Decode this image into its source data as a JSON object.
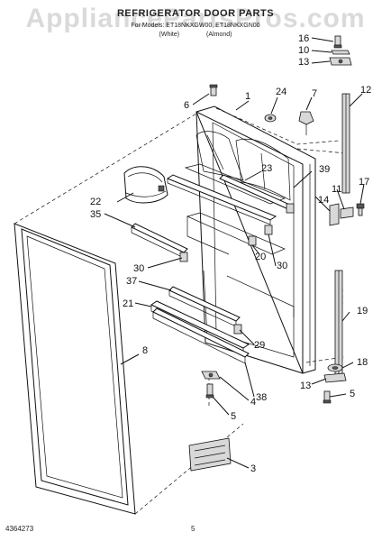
{
  "header": {
    "watermark": "AppliancePartsPros.com",
    "title": "REFRIGERATOR DOOR PARTS",
    "models": "For Models: ET18NKXGW00, ET18NKXGN00",
    "variants": "(White) (Almond)"
  },
  "footer": {
    "doc_number": "4364273",
    "page_number": "5"
  },
  "callouts": [
    "1",
    "24",
    "7",
    "6",
    "16",
    "10",
    "13",
    "12",
    "23",
    "39",
    "22",
    "35",
    "14",
    "11",
    "17",
    "20",
    "30",
    "30",
    "37",
    "21",
    "19",
    "8",
    "29",
    "13",
    "18",
    "5",
    "4",
    "38",
    "5",
    "3"
  ]
}
